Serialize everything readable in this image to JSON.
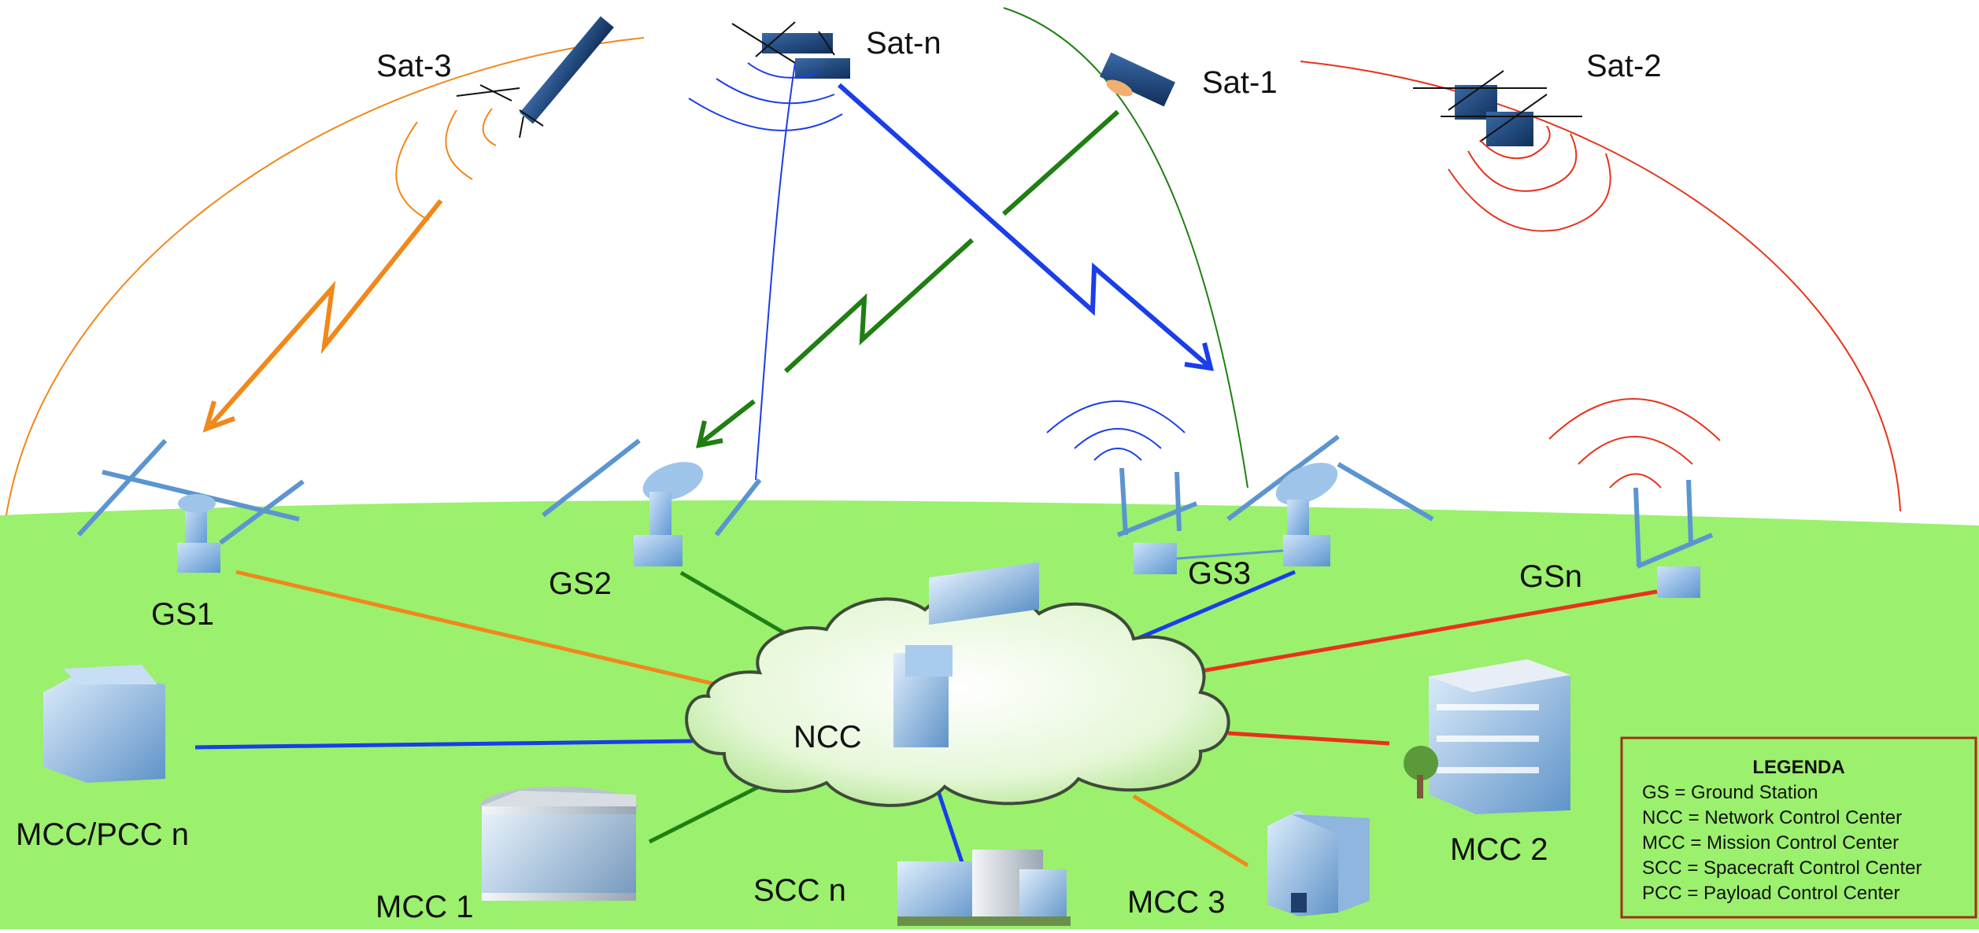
{
  "satellites": {
    "sat3": "Sat-3",
    "satn": "Sat-n",
    "sat1": "Sat-1",
    "sat2": "Sat-2"
  },
  "ground_stations": {
    "gs1": "GS1",
    "gs2": "GS2",
    "gs3": "GS3",
    "gsn": "GSn"
  },
  "centers": {
    "ncc": "NCC",
    "mcc_pcc_n": "MCC/PCC n",
    "mcc1": "MCC 1",
    "scc_n": "SCC n",
    "mcc3": "MCC 3",
    "mcc2": "MCC 2"
  },
  "legend": {
    "title": "LEGENDA",
    "items": [
      "GS = Ground Station",
      "NCC = Network Control Center",
      "MCC = Mission Control Center",
      "SCC = Spacecraft Control Center",
      "PCC = Payload Control Center"
    ]
  },
  "colors": {
    "sat3_link": "#f0881a",
    "satn_link": "#1a3ee8",
    "sat1_link": "#1f7f12",
    "sat2_link": "#e8321a",
    "ground": "#9bf06e",
    "legend_border": "#a0301a",
    "equipment": "#6fa8dc"
  }
}
